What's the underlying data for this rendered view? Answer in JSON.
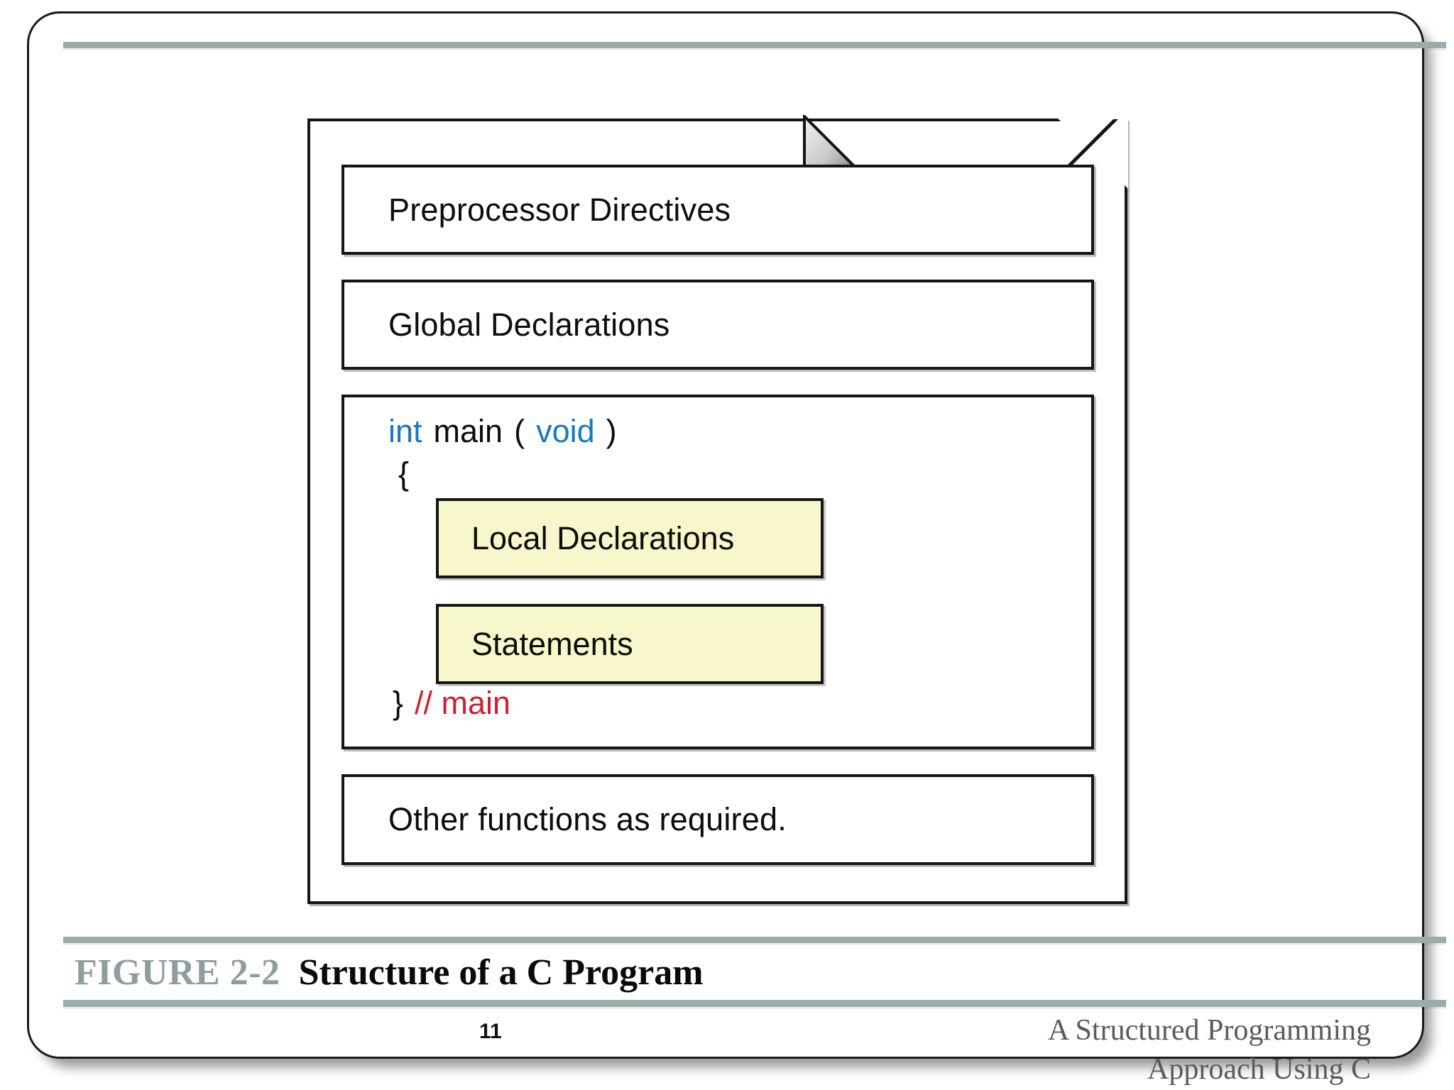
{
  "slide": {
    "kind": "presentation-slide",
    "background_color": "#FFFFFF",
    "accent_bar_color": "#9BACAC"
  },
  "diagram": {
    "name": "structure-of-a-c-program",
    "outer_label": "C source file (page with folded corner)",
    "sections": [
      {
        "id": "preprocessor",
        "label": "Preprocessor Directives",
        "fill": "#FFFFFF"
      },
      {
        "id": "global",
        "label": "Global Declarations",
        "fill": "#FFFFFF"
      },
      {
        "id": "other",
        "label": "Other functions as required.",
        "fill": "#FFFFFF"
      }
    ],
    "main_function": {
      "signature": {
        "return_type": "int",
        "name": "main",
        "open_paren": "(",
        "parameter": "void",
        "close_paren": ")"
      },
      "open_brace": "{",
      "close_brace": "}",
      "close_comment": "// main",
      "inner_boxes": [
        {
          "id": "local-declarations",
          "label": "Local Declarations",
          "fill": "#F8F6CB"
        },
        {
          "id": "statements",
          "label": "Statements",
          "fill": "#F8F6CB"
        }
      ],
      "keyword_color": "#1779BF",
      "comment_color": "#CF1F2E",
      "text_color": "#0D0D0D"
    }
  },
  "caption": {
    "figure_number": "FIGURE 2-2",
    "figure_title": "Structure of a C Program",
    "figure_number_color": "#8E9E9E",
    "figure_title_color": "#0A0A0A"
  },
  "footer": {
    "page_number": "11",
    "book_title_line1": "A Structured Programming",
    "book_title_line2": "Approach Using C",
    "book_title_color": "#5A5A5A"
  }
}
